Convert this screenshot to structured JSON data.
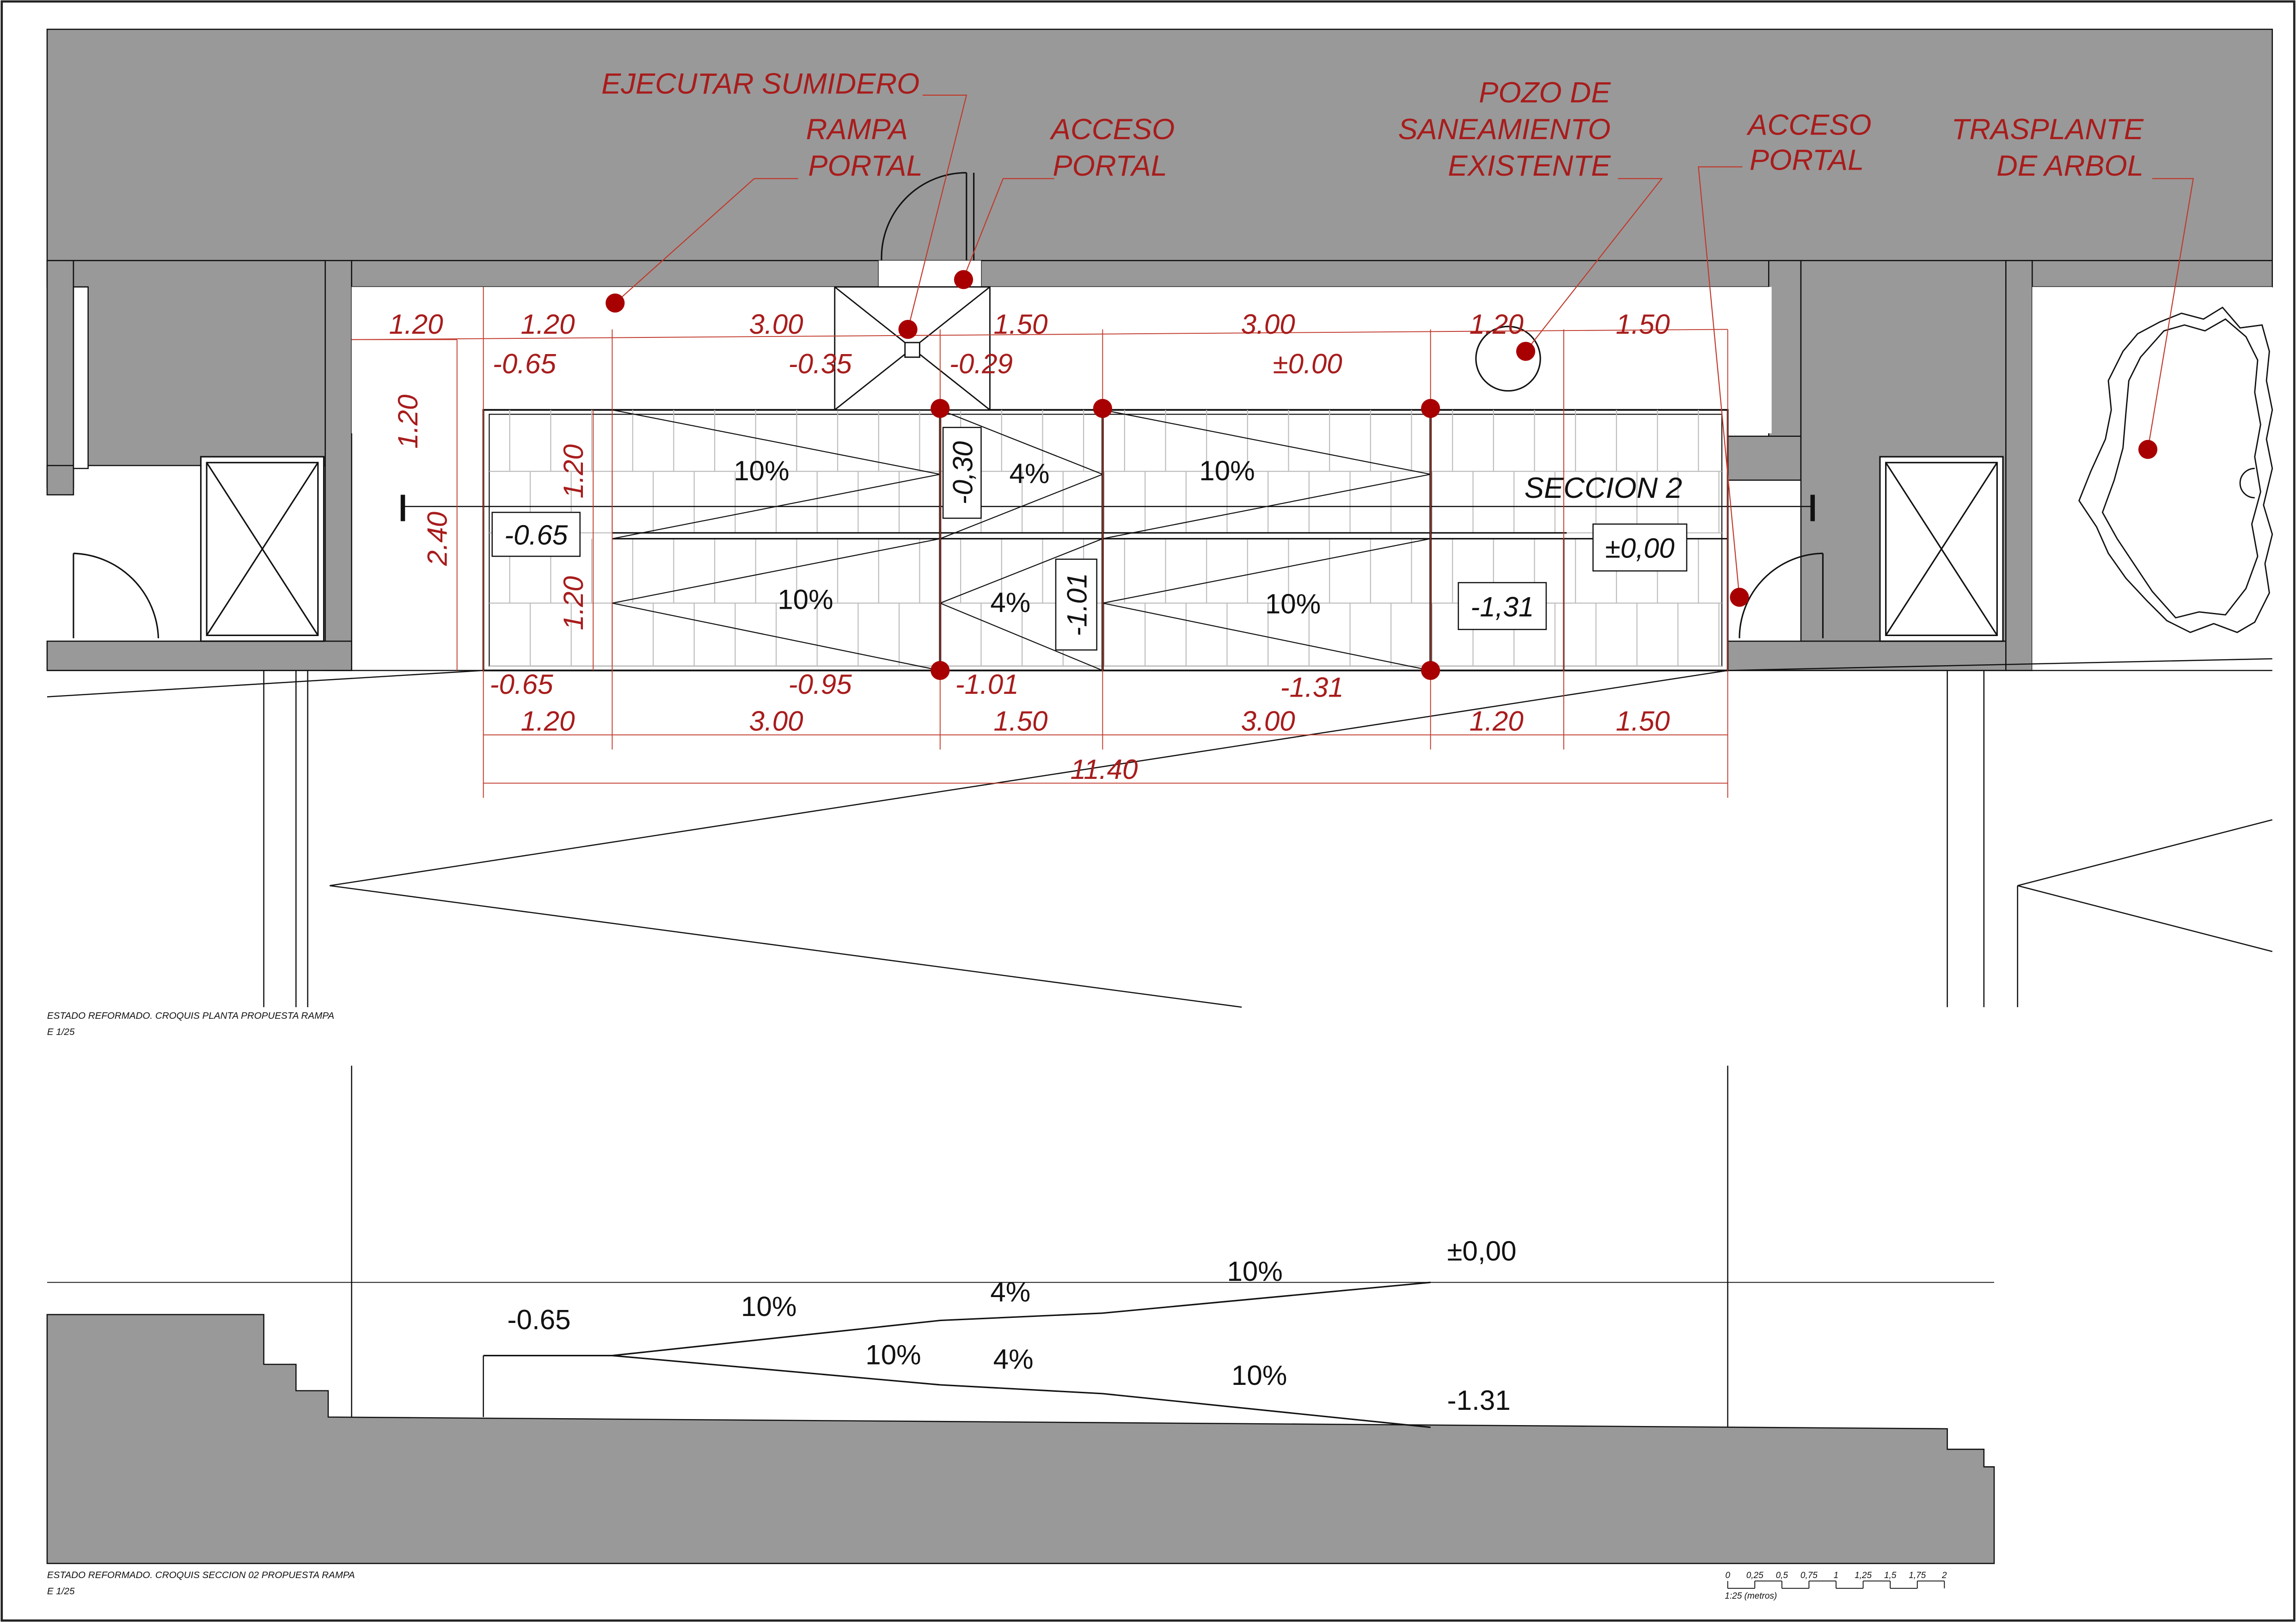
{
  "colors": {
    "wall": "#999999",
    "annotation": "#a81c1c",
    "marker": "#a80000",
    "line": "#111111",
    "dim": "#c0392b"
  },
  "plan": {
    "callouts": {
      "ejecutar_sumidero": "EJECUTAR SUMIDERO",
      "rampa_portal_1": "RAMPA",
      "rampa_portal_2": "PORTAL",
      "acceso_portal_left_1": "ACCESO",
      "acceso_portal_left_2": "PORTAL",
      "pozo_1": "POZO DE",
      "pozo_2": "SANEAMIENTO",
      "pozo_3": "EXISTENTE",
      "acceso_portal_right_1": "ACCESO",
      "acceso_portal_right_2": "PORTAL",
      "trasplante_1": "TRASPLANTE",
      "trasplante_2": "DE ARBOL"
    },
    "top_dims": [
      "1.20",
      "1.20",
      "3.00",
      "1.50",
      "3.00",
      "1.20",
      "1.50"
    ],
    "top_levels": [
      "-0.65",
      "-0.35",
      "-0.29",
      "±0.00"
    ],
    "left_dims": {
      "upper": "1.20",
      "total": "2.40",
      "inner_upper": "1.20",
      "inner_lower": "1.20"
    },
    "slopes": {
      "s1": "10%",
      "s2": "4%",
      "s3": "10%",
      "s4": "10%",
      "s5": "4%",
      "s6": "10%"
    },
    "boxed_levels": {
      "left": "-0.65",
      "v1": "-0,30",
      "v2": "-1.01",
      "lower_right": "-1,31",
      "right": "±0,00"
    },
    "section_label": "SECCION 2",
    "bottom_levels": [
      "-0.65",
      "-0.95",
      "-1.01",
      "-1.31"
    ],
    "bottom_dims": [
      "1.20",
      "3.00",
      "1.50",
      "3.00",
      "1.20",
      "1.50"
    ],
    "total_dim": "11.40",
    "caption": "ESTADO REFORMADO. CROQUIS PLANTA PROPUESTA RAMPA",
    "scale": "E 1/25"
  },
  "section": {
    "labels": {
      "start": "-0.65",
      "top_s1": "10%",
      "top_s2": "4%",
      "top_s3": "10%",
      "top_end": "±0,00",
      "bot_s1": "10%",
      "bot_s2": "4%",
      "bot_s3": "10%",
      "bot_end": "-1.31"
    },
    "caption": "ESTADO REFORMADO. CROQUIS SECCION 02 PROPUESTA RAMPA",
    "scale": "E 1/25"
  },
  "scale_bar": {
    "ticks": [
      "0",
      "0,25",
      "0,5",
      "0,75",
      "1",
      "1,25",
      "1,5",
      "1,75",
      "2"
    ],
    "unit": "1:25 (metros)"
  }
}
